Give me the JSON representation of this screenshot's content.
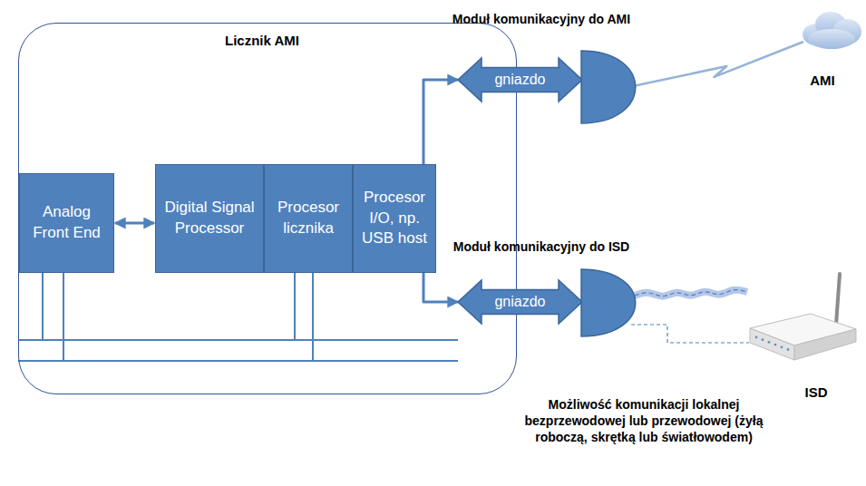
{
  "diagram": {
    "nodes": [
      {
        "text": [
          "Licznik AMI"
        ]
      },
      {
        "text": [
          "Analog Front End"
        ],
        "in": 0
      },
      {
        "text": [
          "Digital Signal Processor"
        ],
        "in": 0
      },
      {
        "text": [
          "Procesor licznika"
        ],
        "in": 0
      },
      {
        "text": [
          "Procesor I/O, np. USB host"
        ],
        "in": 0
      },
      {
        "text": [
          "gniazdo"
        ]
      },
      {
        "text": [
          "gniazdo"
        ]
      },
      {
        "text": [
          "Moduł komunikacyjny do AMI"
        ]
      },
      {
        "text": [
          "Moduł komunikacyjny do ISD"
        ]
      },
      {
        "text": [
          "AMI"
        ]
      },
      {
        "text": [
          "ISD"
        ]
      }
    ],
    "edges": [
      {
        "from": 1,
        "to": 2,
        "arrow": "both"
      },
      {
        "from": 4,
        "to": 5,
        "arrow": "to"
      },
      {
        "from": 4,
        "to": 6,
        "arrow": "to"
      },
      {
        "from": 7,
        "to": 9,
        "arrow": "none"
      },
      {
        "from": 8,
        "to": 10,
        "arrow": "none"
      },
      {
        "from": 8,
        "to": 10,
        "arrow": "none"
      }
    ],
    "labels": [
      "Możliwość komunikacji lokalnej bezprzewodowej lub przewodowej (żyłą roboczą, skrętką lub światłowodem)"
    ]
  }
}
